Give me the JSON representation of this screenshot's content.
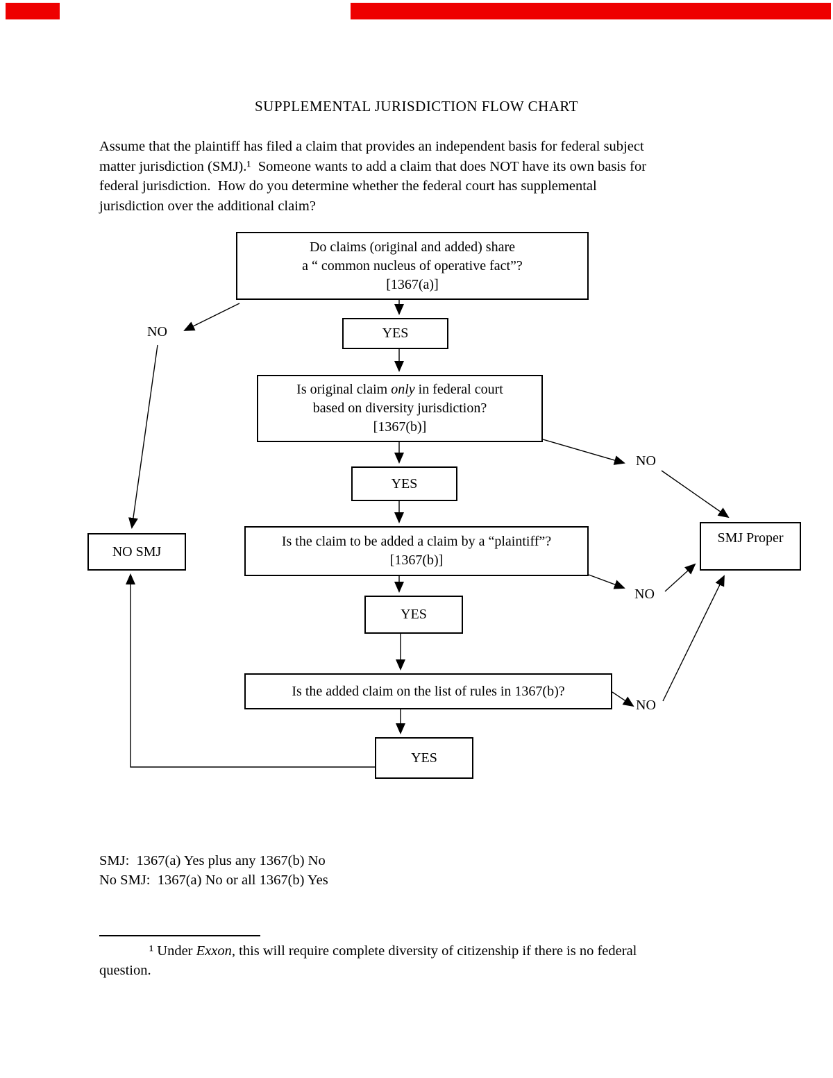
{
  "colors": {
    "redaction_red": "#ee0000",
    "ink": "#000000",
    "paper": "#ffffff"
  },
  "page": {
    "title": "SUPPLEMENTAL JURISDICTION FLOW CHART"
  },
  "intro": {
    "lines": [
      "Assume that the plaintiff has filed a claim that provides an independent basis for federal subject",
      "matter jurisdiction (SMJ).¹  Someone wants to add a claim that does NOT have its own basis for",
      "federal jurisdiction.  How do you determine whether the federal court has supplemental",
      "jurisdiction over the additional claim?"
    ]
  },
  "flowchart": {
    "yes_label": "YES",
    "no_label": "NO",
    "q1": {
      "line1": "Do claims (original and added) share",
      "line2": "a “ common nucleus of operative fact”?",
      "line3": "[1367(a)]"
    },
    "q2": {
      "pre": "Is original claim ",
      "em": "only",
      "post": " in federal court",
      "line2": "based on diversity jurisdiction?",
      "line3": "[1367(b)]"
    },
    "q3": {
      "line1": "Is the claim to be added a claim by a “plaintiff”?",
      "line2": "[1367(b)]"
    },
    "q4": {
      "line1": "Is the added claim on the list of rules in 1367(b)?"
    },
    "no_smj": "NO SMJ",
    "smj_proper": "SMJ Proper"
  },
  "summary": {
    "line1": "SMJ:  1367(a) Yes plus any 1367(b) No",
    "line2": "No SMJ:  1367(a) No or all 1367(b) Yes"
  },
  "footnote": {
    "pre": "¹ Under ",
    "em": "Exxon",
    "post": ", this will require complete diversity of citizenship if there is no federal",
    "line2": "question."
  }
}
